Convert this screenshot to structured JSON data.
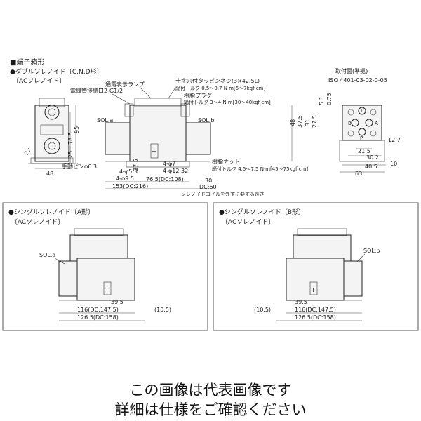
{
  "section_title": "■端子箱形",
  "top": {
    "title": "●ダブルソレノイド〔C,N,D形〕",
    "subtitle": "〔ACソレノイド〕",
    "labels": {
      "lamp": "通電表示ランプ",
      "conduit": "電線管接続口2-G1/2",
      "screw": "十字穴付タッピンネジ(3×42.5L)",
      "screw_torque": "締付トルク 0.5〜0.7 N·m[5〜7kgf·cm]",
      "plug": "樹脂プラグ",
      "plug_torque": "締付トルク 3〜4 N·m[30〜40kgf·cm]",
      "nut": "樹脂ナット",
      "nut_torque": "締付トルク 4.5〜7.5 N·m[45〜75kgf·cm]",
      "manual_pin": "手動ピンφ6.3",
      "sol_a": "SOL.a",
      "sol_b": "SOL.b",
      "coil_note": "ソレノイドコイルを外すに要する長さ",
      "mount_title": "取付面(準拠)",
      "mount_std": "ISO 4401-03-02-0-05"
    },
    "dims": {
      "d95": "95",
      "d78_5": "78.5",
      "d25": "25",
      "d48": "48",
      "d27": "27",
      "d37_5": "37.5",
      "d4_5_3": "4-φ5.3",
      "d4_9_5": "4-φ9.5",
      "d4_7": "4-φ7",
      "d4_12_32": "4-φ12.32",
      "d76_5": "76.5(DC:108)",
      "d153": "153(DC:216)",
      "d30": "30",
      "dc60": "DC:60",
      "v48": "48",
      "v37_5": "37.5",
      "v31": "31",
      "v27_5": "27.5",
      "v5_1": "5.1",
      "v0_75": "0.75",
      "v12_7": "12.7",
      "h21_5": "21.5",
      "h30_2": "30.2",
      "h40_5": "40.5",
      "h63": "63",
      "h10": "10",
      "port_p": "P",
      "port_a": "A",
      "port_b": "B",
      "port_t": "T"
    }
  },
  "bottom_left": {
    "title": "●シングルソレノイド〔A形〕",
    "subtitle": "〔ACソレノイド〕",
    "sol": "SOL.a",
    "d39_5": "39.5",
    "d116": "116(DC:147.5)",
    "d126_5": "126.5(DC:158)",
    "d10_5": "(10.5)"
  },
  "bottom_right": {
    "title": "●シングルソレノイド〔B形〕",
    "subtitle": "〔ACソレノイド〕",
    "sol": "SOL.b",
    "d39_5": "39.5",
    "d116": "116(DC:147.5)",
    "d126_5": "126.5(DC:158)",
    "d10_5": "(10.5)"
  },
  "caption": {
    "line1": "この画像は代表画像です",
    "line2": "詳細は仕様をご確認ください"
  }
}
